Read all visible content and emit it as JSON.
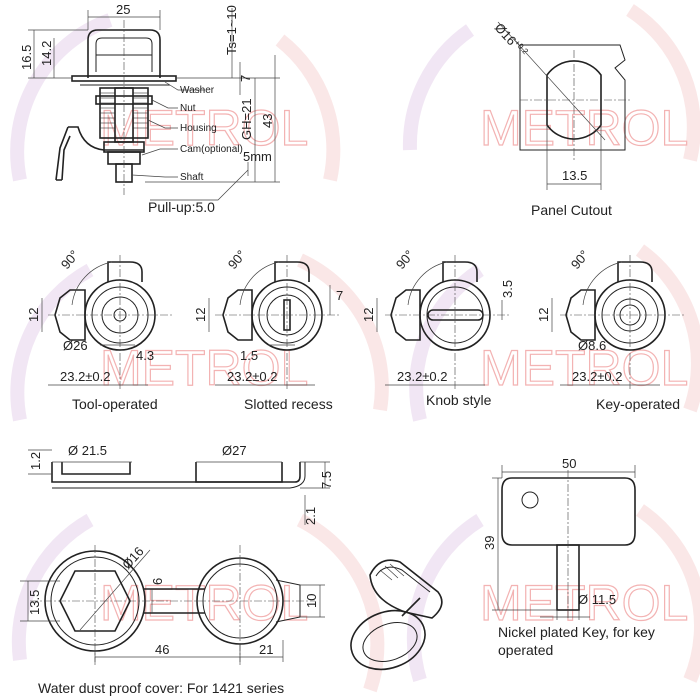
{
  "watermark": {
    "text": "METROL",
    "ring_colors": [
      "#e8c8e8",
      "#f2c7c7"
    ]
  },
  "side_view": {
    "dims": {
      "width": "25",
      "height_outer": "16.5",
      "height_inner": "14.2",
      "ts": "Ts=1~10",
      "seven": "7",
      "gh": "GH=21",
      "total": "43",
      "five_mm": "5mm"
    },
    "parts": {
      "washer": "Washer",
      "nut": "Nut",
      "housing": "Housing",
      "cam": "Cam(optional)",
      "shaft": "Shaft"
    },
    "pullup": "Pull-up:5.0"
  },
  "panel_cutout": {
    "diameter": "Ø16",
    "tolerance": "+0.2",
    "width": "13.5",
    "caption": "Panel Cutout"
  },
  "front_views": [
    {
      "caption": "Tool-operated",
      "angle": "90°",
      "dim12": "12",
      "diameter": "Ø26",
      "offset": "4.3",
      "width": "23.2±0.2"
    },
    {
      "caption": "Slotted recess",
      "angle": "90°",
      "dim12": "12",
      "dim7": "7",
      "offset": "1.5",
      "width": "23.2±0.2"
    },
    {
      "caption": "Knob style",
      "angle": "90°",
      "dim12": "12",
      "dim35": "3.5",
      "width": "23.2±0.2"
    },
    {
      "caption": "Key-operated",
      "angle": "90°",
      "dim12": "12",
      "diameter": "Ø8.6",
      "width": "23.2±0.2"
    }
  ],
  "cover_side": {
    "d_small": "Ø 21.5",
    "d_large": "Ø27",
    "dim12": "1.2",
    "dim75": "7.5",
    "dim21": "2.1"
  },
  "cover_top": {
    "d16": "Ø16",
    "dim6": "6",
    "dim135": "13.5",
    "dim10": "10",
    "dim46": "46",
    "dim21": "21",
    "caption": "Water dust proof cover: For 1421 series"
  },
  "key": {
    "width": "50",
    "height": "39",
    "diameter": "Ø 11.5",
    "caption_line1": "Nickel plated Key, for key",
    "caption_line2": "operated"
  }
}
